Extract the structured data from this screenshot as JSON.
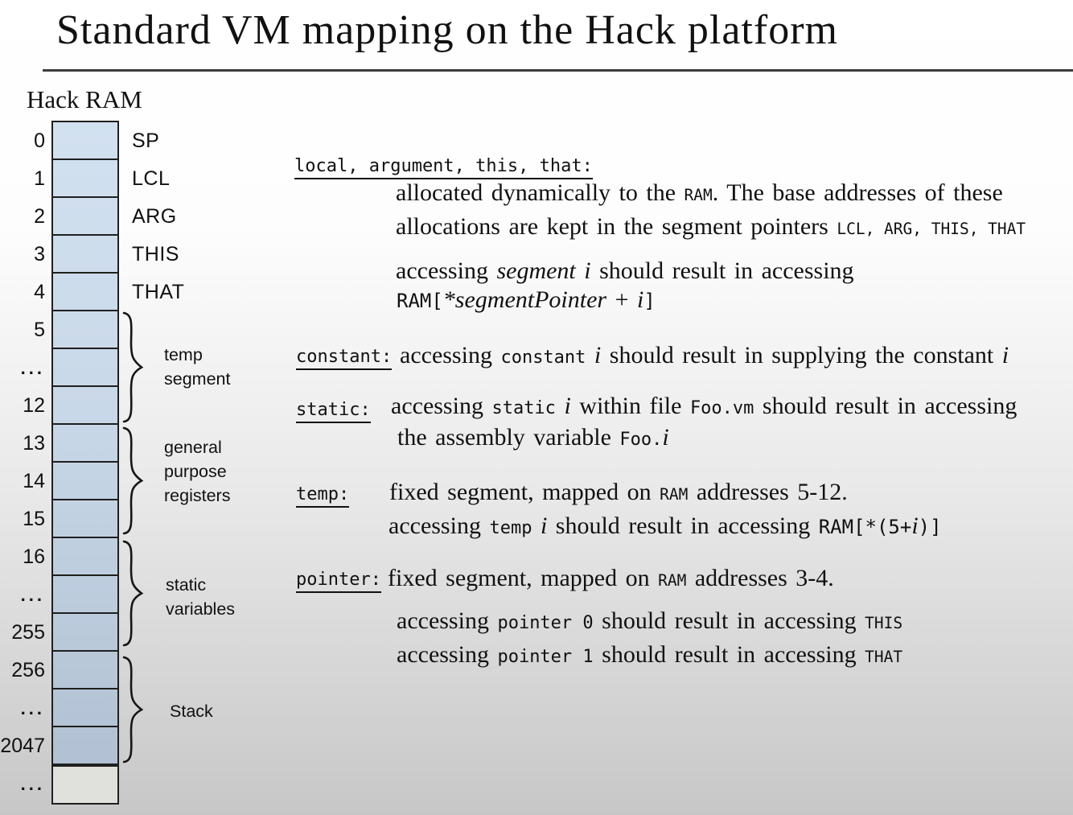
{
  "title": "Standard VM mapping on the Hack platform",
  "ram": {
    "heading": "Hack RAM",
    "rows": [
      {
        "address": "0",
        "pointer": "SP"
      },
      {
        "address": "1",
        "pointer": "LCL"
      },
      {
        "address": "2",
        "pointer": "ARG"
      },
      {
        "address": "3",
        "pointer": "THIS"
      },
      {
        "address": "4",
        "pointer": "THAT"
      },
      {
        "address": "5"
      },
      {
        "address": "..."
      },
      {
        "address": "12"
      },
      {
        "address": "13"
      },
      {
        "address": "14"
      },
      {
        "address": "15"
      },
      {
        "address": "16"
      },
      {
        "address": "..."
      },
      {
        "address": "255"
      },
      {
        "address": "256"
      },
      {
        "address": "..."
      },
      {
        "address": "2047"
      },
      {
        "address": "...",
        "gray": true
      }
    ],
    "braces": [
      {
        "label": [
          "temp",
          "segment"
        ]
      },
      {
        "label": [
          "general",
          "purpose",
          "registers"
        ]
      },
      {
        "label": [
          "static",
          "variables"
        ]
      },
      {
        "label": [
          "Stack"
        ]
      }
    ]
  },
  "colors": {
    "cell_blue_top": "#d2e1f0",
    "cell_blue_bottom": "#b1c1d3",
    "cell_gray": "#e0e0dd",
    "border": "#1f1f1f",
    "text": "#111111"
  },
  "notes": [
    {
      "id": "segments-label",
      "spans": [
        {
          "c": "mu",
          "t": "local, argument, this, that:"
        }
      ]
    },
    {
      "id": "segments-line1",
      "spans": [
        {
          "c": "s",
          "t": "allocated dynamically to the "
        },
        {
          "c": "mc",
          "t": "RAM"
        },
        {
          "c": "s",
          "t": ". The base addresses of these"
        }
      ]
    },
    {
      "id": "segments-line2",
      "spans": [
        {
          "c": "s",
          "t": "allocations are kept in the segment pointers "
        },
        {
          "c": "mc",
          "t": "LCL, ARG, THIS, THAT"
        }
      ]
    },
    {
      "id": "segments-line3",
      "spans": [
        {
          "c": "s",
          "t": "accessing "
        },
        {
          "c": "i",
          "t": "segment i"
        },
        {
          "c": "s",
          "t": " should result in accessing"
        }
      ]
    },
    {
      "id": "segments-line4",
      "spans": [
        {
          "c": "mb",
          "t": "RAM["
        },
        {
          "c": "i",
          "t": "*segmentPointer"
        },
        {
          "c": "s",
          "t": " + "
        },
        {
          "c": "i",
          "t": "i"
        },
        {
          "c": "mb",
          "t": "]"
        }
      ]
    },
    {
      "id": "constant-label",
      "spans": [
        {
          "c": "mu",
          "t": "constant:"
        }
      ]
    },
    {
      "id": "constant-line1",
      "spans": [
        {
          "c": "s",
          "t": "accessing "
        },
        {
          "c": "m",
          "t": "constant"
        },
        {
          "c": "s",
          "t": " "
        },
        {
          "c": "i",
          "t": "i"
        },
        {
          "c": "s",
          "t": " should result in supplying the constant "
        },
        {
          "c": "i",
          "t": "i"
        }
      ]
    },
    {
      "id": "static-label",
      "spans": [
        {
          "c": "mu",
          "t": "static:"
        }
      ]
    },
    {
      "id": "static-line1",
      "spans": [
        {
          "c": "s",
          "t": "accessing "
        },
        {
          "c": "m",
          "t": "static"
        },
        {
          "c": "s",
          "t": " "
        },
        {
          "c": "i",
          "t": "i"
        },
        {
          "c": "s",
          "t": " within file "
        },
        {
          "c": "m",
          "t": "Foo.vm"
        },
        {
          "c": "s",
          "t": " should result in accessing"
        }
      ]
    },
    {
      "id": "static-line2",
      "spans": [
        {
          "c": "s",
          "t": "the assembly variable "
        },
        {
          "c": "m",
          "t": "Foo."
        },
        {
          "c": "i",
          "t": "i"
        }
      ]
    },
    {
      "id": "temp-label",
      "spans": [
        {
          "c": "mu",
          "t": "temp:"
        }
      ]
    },
    {
      "id": "temp-line1",
      "spans": [
        {
          "c": "s",
          "t": "fixed segment, mapped on "
        },
        {
          "c": "mc",
          "t": "RAM"
        },
        {
          "c": "s",
          "t": " addresses 5-12."
        }
      ]
    },
    {
      "id": "temp-line2",
      "spans": [
        {
          "c": "s",
          "t": "accessing "
        },
        {
          "c": "m",
          "t": "temp"
        },
        {
          "c": "s",
          "t": " "
        },
        {
          "c": "i",
          "t": "i"
        },
        {
          "c": "s",
          "t": " should result in accessing "
        },
        {
          "c": "mb",
          "t": "RAM[*(5+"
        },
        {
          "c": "i",
          "t": "i"
        },
        {
          "c": "mb",
          "t": ")]"
        }
      ]
    },
    {
      "id": "pointer-label",
      "spans": [
        {
          "c": "mu",
          "t": "pointer:"
        }
      ]
    },
    {
      "id": "pointer-line1",
      "spans": [
        {
          "c": "s",
          "t": "fixed segment, mapped on "
        },
        {
          "c": "mc",
          "t": "RAM"
        },
        {
          "c": "s",
          "t": " addresses 3-4."
        }
      ]
    },
    {
      "id": "pointer-line2",
      "spans": [
        {
          "c": "s",
          "t": "accessing "
        },
        {
          "c": "m",
          "t": "pointer 0"
        },
        {
          "c": "s",
          "t": " should result in accessing "
        },
        {
          "c": "mc",
          "t": "THIS"
        }
      ]
    },
    {
      "id": "pointer-line3",
      "spans": [
        {
          "c": "s",
          "t": "accessing "
        },
        {
          "c": "m",
          "t": "pointer 1"
        },
        {
          "c": "s",
          "t": " should result in accessing "
        },
        {
          "c": "mc",
          "t": "THAT"
        }
      ]
    }
  ]
}
